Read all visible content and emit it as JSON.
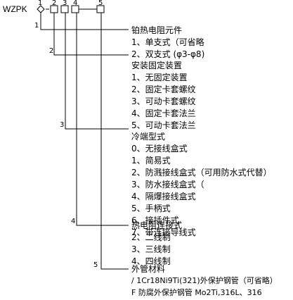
{
  "model": {
    "prefix": "WZPK",
    "dash": "-",
    "slot_numbers": [
      "1",
      "2",
      "3",
      "4",
      "5"
    ]
  },
  "branch_numbers": [
    "1",
    "2",
    "3",
    "4",
    "5"
  ],
  "sections": [
    {
      "title": "铂热电阻元件",
      "items": [
        "1、单支式（可省略",
        "2、双支式 (φ3-φ8)"
      ]
    },
    {
      "title": "安装固定装置",
      "items": [
        "1、无固定装置",
        "2、固定卡套螺纹",
        "3、可动卡套螺纹",
        "4、固定卡套法兰",
        "5、可动卡套法兰"
      ]
    },
    {
      "title": "冷端型式",
      "items": [
        "0、无接线盒式",
        "1、简易式",
        "2、防溅接线盒式（可用防水式代替）",
        "3、防水接线盒式（",
        "4、隔爆接线盒式",
        "5、手柄式",
        "6、接插件式",
        "7、带连接导线式"
      ]
    },
    {
      "title": "热电阻连接式",
      "items": [
        "2、二线制",
        "3、三线制",
        "4、四线制"
      ]
    },
    {
      "title": "外管材料",
      "items": [
        "/ 1Cr18Ni9Ti(321)外保护钢管（可省略）",
        "F 防腐外保护钢管 Mo2Ti,316L、316"
      ]
    }
  ]
}
